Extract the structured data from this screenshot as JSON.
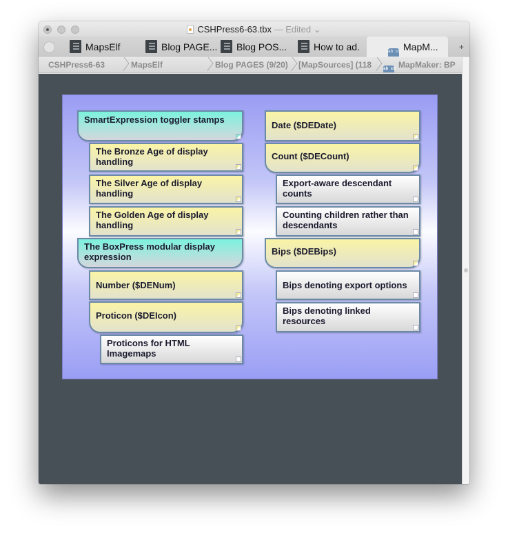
{
  "window": {
    "title": "CSHPress6-63.tbx",
    "edited_label": "— Edited",
    "edited_chevron": "⌄"
  },
  "tabs": [
    {
      "label": "MapsElf",
      "icon": "outline-doc-icon",
      "active": false
    },
    {
      "label": "Blog PAGE...",
      "icon": "outline-doc-icon",
      "active": false
    },
    {
      "label": "Blog POS...",
      "icon": "outline-doc-icon",
      "active": false
    },
    {
      "label": "How to ad.",
      "icon": "outline-doc-icon",
      "active": false
    },
    {
      "label": "MapM...",
      "icon": "map-view-icon",
      "active": true
    }
  ],
  "new_tab_label": "+",
  "breadcrumbs": [
    {
      "label": "CSHPress6-63"
    },
    {
      "label": "MapsElf"
    },
    {
      "label": "Blog PAGES (9/20)"
    },
    {
      "label": "[MapSources] (118"
    },
    {
      "label": "MapMaker: BP"
    }
  ],
  "colors": {
    "canvas_bg": "#474f57",
    "map_bg_edge": "#9a9cf3",
    "map_bg_center": "#fbfcff",
    "note_border": "#6a8aa6",
    "yellow_note": "#faf4a6",
    "teal_note": "#7cf2de",
    "grey_note": "#ffffff"
  },
  "map": {
    "left_column": [
      {
        "text": "SmartExpression toggler stamps",
        "style": "teal",
        "shape": "container"
      },
      {
        "text": "The Bronze Age of display handling",
        "style": "yellow",
        "shape": "note"
      },
      {
        "text": "The Silver Age of display handling",
        "style": "yellow",
        "shape": "note"
      },
      {
        "text": "The Golden Age of display handling",
        "style": "yellow",
        "shape": "note"
      },
      {
        "text": "The BoxPress modular display expression",
        "style": "teal",
        "shape": "container"
      },
      {
        "text": "Number ($DENum)",
        "style": "yellow",
        "shape": "note"
      },
      {
        "text": "Proticon ($DEIcon)",
        "style": "yellow",
        "shape": "container"
      },
      {
        "text": "Proticons for HTML Imagemaps",
        "style": "grey",
        "shape": "note"
      }
    ],
    "right_column": [
      {
        "text": "Date ($DEDate)",
        "style": "yellow",
        "shape": "note"
      },
      {
        "text": "Count ($DECount)",
        "style": "yellow",
        "shape": "container"
      },
      {
        "text": "Export-aware descendant counts",
        "style": "grey",
        "shape": "note"
      },
      {
        "text": "Counting children rather than descendants",
        "style": "grey",
        "shape": "note"
      },
      {
        "text": "Bips ($DEBips)",
        "style": "yellow",
        "shape": "container"
      },
      {
        "text": "Bips denoting export options",
        "style": "grey",
        "shape": "note"
      },
      {
        "text": "Bips denoting linked resources",
        "style": "grey",
        "shape": "note"
      }
    ]
  }
}
